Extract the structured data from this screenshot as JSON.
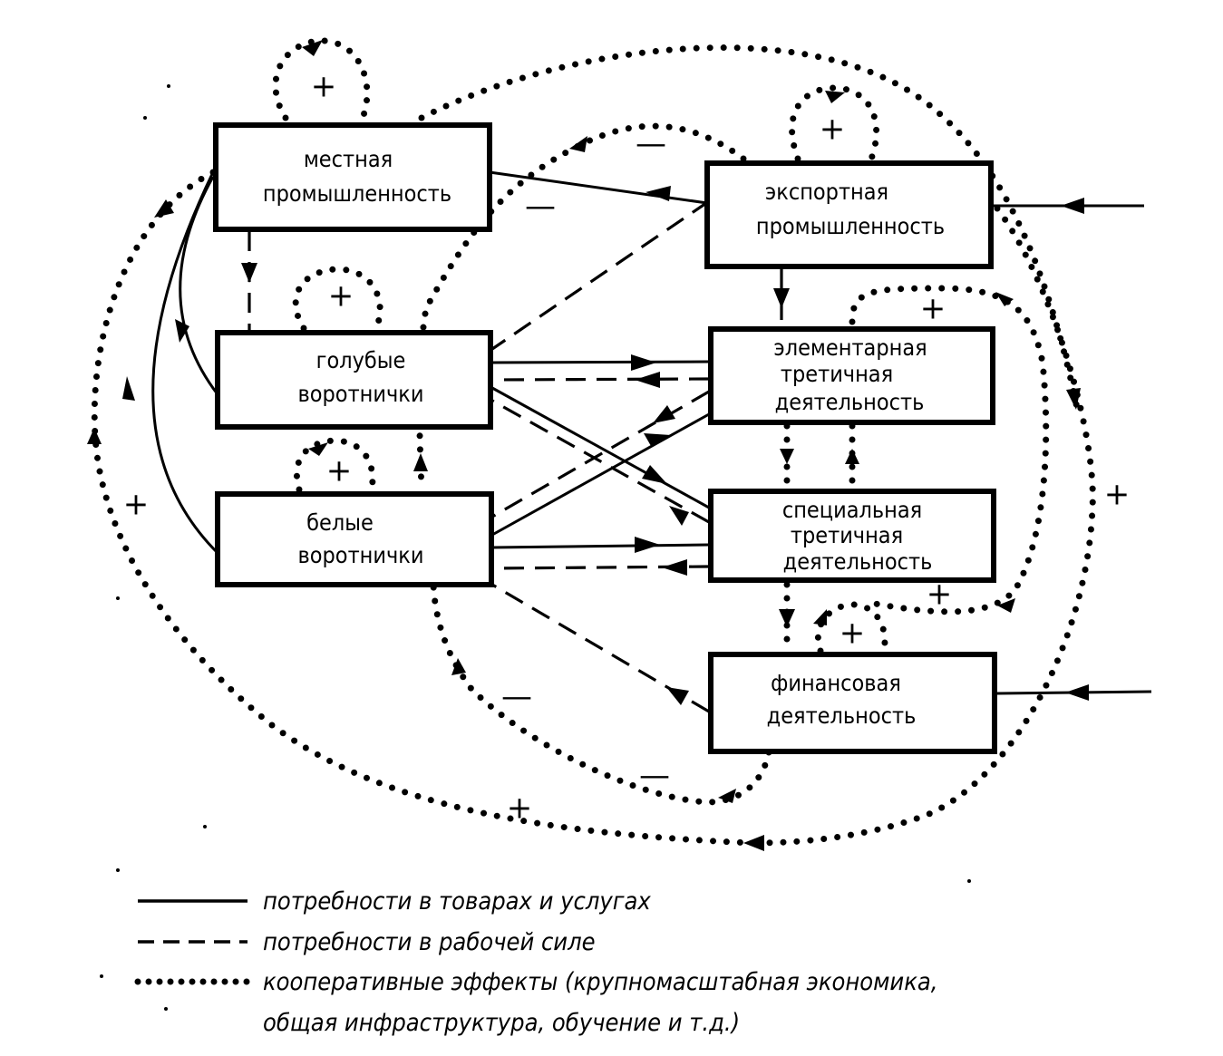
{
  "nodes": {
    "local_industry": {
      "line1": "местная",
      "line2": "промышленность"
    },
    "export_industry": {
      "line1": "экспортная",
      "line2": "промышленность"
    },
    "blue_collar": {
      "line1": "голубые",
      "line2": "воротнички"
    },
    "white_collar": {
      "line1": "белые",
      "line2": "воротнички"
    },
    "elementary_tertiary": {
      "line1": "элементарная",
      "line2": "третичная",
      "line3": "деятельность"
    },
    "special_tertiary": {
      "line1": "специальная",
      "line2": "третичная",
      "line3": "деятельность"
    },
    "financial": {
      "line1": "финансовая",
      "line2": "деятельность"
    }
  },
  "signs": {
    "plus": "+",
    "minus": "—"
  },
  "legend": {
    "goods_services": "потребности в товарах и услугах",
    "labor": "потребности в рабочей силе",
    "cooperative_line1": "кооперативные эффекты (крупномасштабная экономика,",
    "cooperative_line2": "общая инфраструктура, обучение и т.д.)"
  }
}
